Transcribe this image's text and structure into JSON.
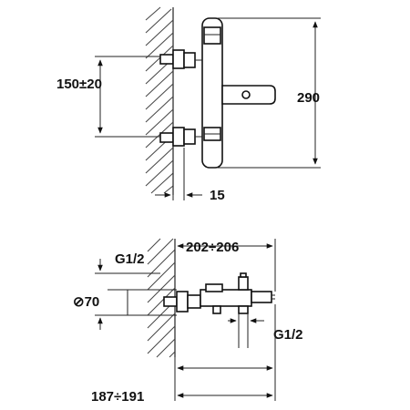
{
  "front_view": {
    "dim_eccentric_spacing": "150±20",
    "dim_total_height": "290",
    "dim_wall_offset": "15"
  },
  "side_view": {
    "dim_outlet_reach": "202÷206",
    "dim_inlet_thread": "G1/2",
    "dim_square_size": "⊘70",
    "dim_outlet_thread": "G1/2",
    "dim_total_depth": "187÷191"
  }
}
